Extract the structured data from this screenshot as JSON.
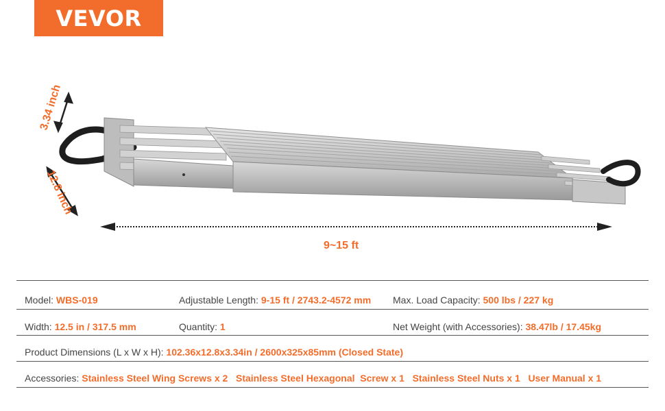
{
  "brand": {
    "logo_text": "VEVOR",
    "color": "#f26d2b"
  },
  "dimensions": {
    "height": "3.34 inch",
    "width": "12.8 inch",
    "length": "9~15 ft"
  },
  "specs": {
    "model": {
      "label": "Model:",
      "value": "WBS-019"
    },
    "adjustable_length": {
      "label": "Adjustable Length:",
      "value": "9-15 ft / 2743.2-4572 mm"
    },
    "max_load": {
      "label": "Max. Load Capacity:",
      "value": "500 lbs / 227 kg"
    },
    "width": {
      "label": "Width:",
      "value": "12.5 in / 317.5 mm"
    },
    "quantity": {
      "label": "Quantity:",
      "value": "1"
    },
    "net_weight": {
      "label": "Net Weight (with Accessories):",
      "value": "38.47lb / 17.45kg"
    },
    "product_dimensions": {
      "label": "Product Dimensions (L x W x H):",
      "value": "102.36x12.8x3.34in / 2600x325x85mm (Closed State)"
    },
    "accessories": {
      "label": "Accessories:",
      "items": [
        "Stainless Steel Wing Screws x 2",
        "Stainless Steel Hexagonal  Screw x 1",
        "Stainless Steel Nuts x 1",
        "User Manual x 1"
      ]
    }
  }
}
